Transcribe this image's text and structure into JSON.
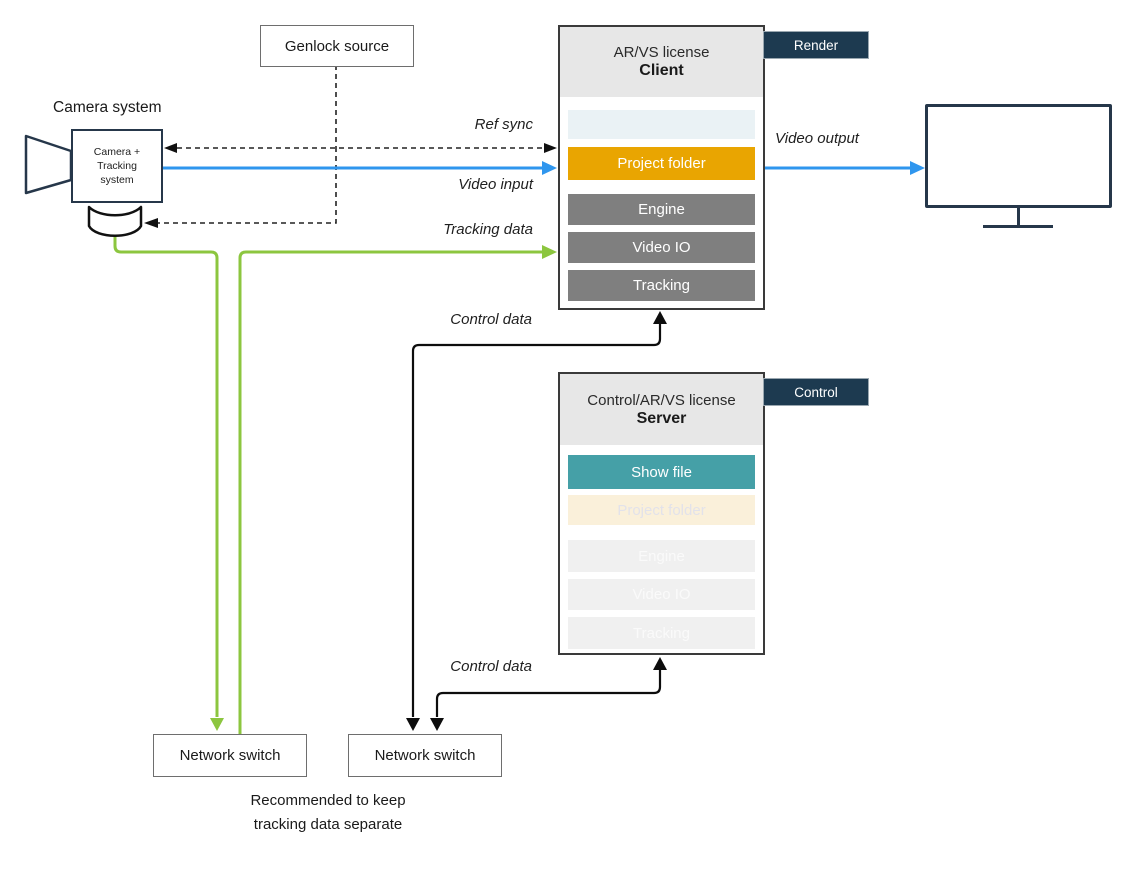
{
  "diagram": {
    "camera": {
      "label": "Camera system",
      "box_lines": [
        "Camera +",
        "Tracking",
        "system"
      ]
    },
    "genlock": {
      "label": "Genlock source"
    },
    "client": {
      "license": "AR/VS license",
      "role": "Client",
      "tag": "Render",
      "rows": [
        {
          "id": "show-file-placeholder",
          "label": ""
        },
        {
          "id": "project-folder",
          "label": "Project folder"
        },
        {
          "id": "engine",
          "label": "Engine"
        },
        {
          "id": "video-io",
          "label": "Video IO"
        },
        {
          "id": "tracking",
          "label": "Tracking"
        }
      ]
    },
    "server": {
      "license": "Control/AR/VS license",
      "role": "Server",
      "tag": "Control",
      "rows": [
        {
          "id": "show-file",
          "label": "Show file"
        },
        {
          "id": "project-folder",
          "label": "Project folder"
        },
        {
          "id": "engine",
          "label": "Engine"
        },
        {
          "id": "video-io",
          "label": "Video IO"
        },
        {
          "id": "tracking",
          "label": "Tracking"
        }
      ]
    },
    "switches": {
      "left": {
        "label": "Network switch"
      },
      "right": {
        "label": "Network switch"
      }
    },
    "note": {
      "line1": "Recommended to keep",
      "line2": "tracking data separate"
    },
    "edges": {
      "ref_sync": "Ref sync",
      "video_input": "Video input",
      "tracking_data": "Tracking data",
      "control_data_client": "Control data",
      "control_data_server": "Control data",
      "video_output": "Video output"
    },
    "colors": {
      "accent_amber": "#e9a501",
      "accent_teal": "#45a0a7",
      "tag_navy": "#1d3a50",
      "line_blue": "#2f96ee",
      "line_green": "#8cc63f",
      "row_gray": "#7f7f7f",
      "pale_row": "#eaf2f5",
      "cream_row": "#faf0da",
      "faint_row": "#f0f0f0"
    }
  }
}
